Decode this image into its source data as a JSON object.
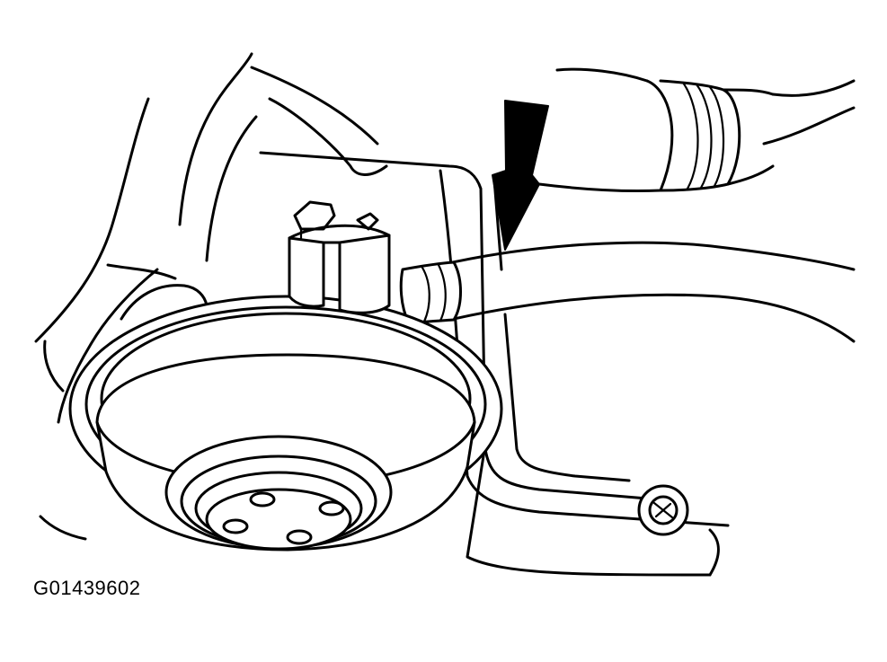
{
  "figure": {
    "caption_id": "G01439602",
    "colors": {
      "line": "#000000",
      "background": "#ffffff"
    },
    "callouts": [
      {
        "kind": "arrow",
        "points_to": "hose-connection",
        "direction": "down"
      }
    ]
  }
}
